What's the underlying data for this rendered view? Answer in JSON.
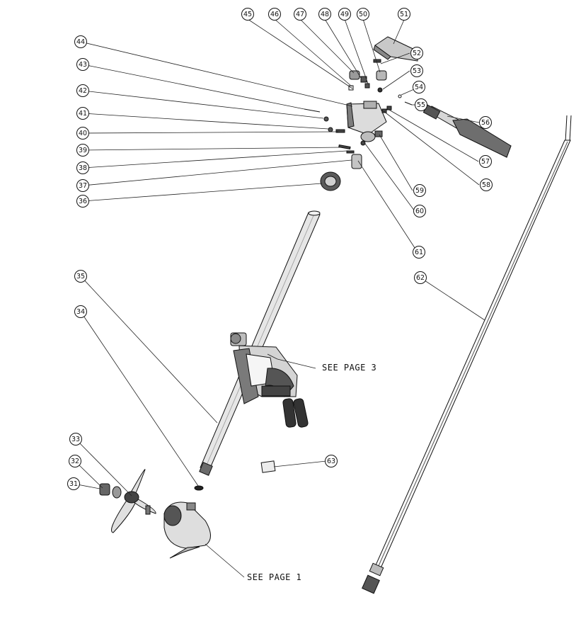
{
  "notes": {
    "page3": "SEE PAGE 3",
    "page1": "SEE PAGE 1"
  },
  "callouts": [
    "31",
    "32",
    "33",
    "34",
    "35",
    "36",
    "37",
    "38",
    "39",
    "40",
    "41",
    "42",
    "43",
    "44",
    "45",
    "46",
    "47",
    "48",
    "49",
    "50",
    "51",
    "52",
    "53",
    "54",
    "55",
    "56",
    "57",
    "58",
    "59",
    "60",
    "61",
    "62",
    "63"
  ]
}
